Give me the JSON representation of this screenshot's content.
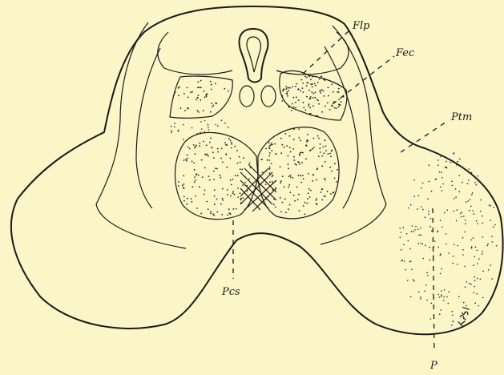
{
  "labels": {
    "flp": "Flp",
    "fec": "Fec",
    "ptm": "Ptm",
    "pcs": "Pcs",
    "p": "P"
  },
  "signature_text": "Kpsl",
  "colors": {
    "background": "#fcf5c8",
    "ink": "#1a1a1a"
  }
}
